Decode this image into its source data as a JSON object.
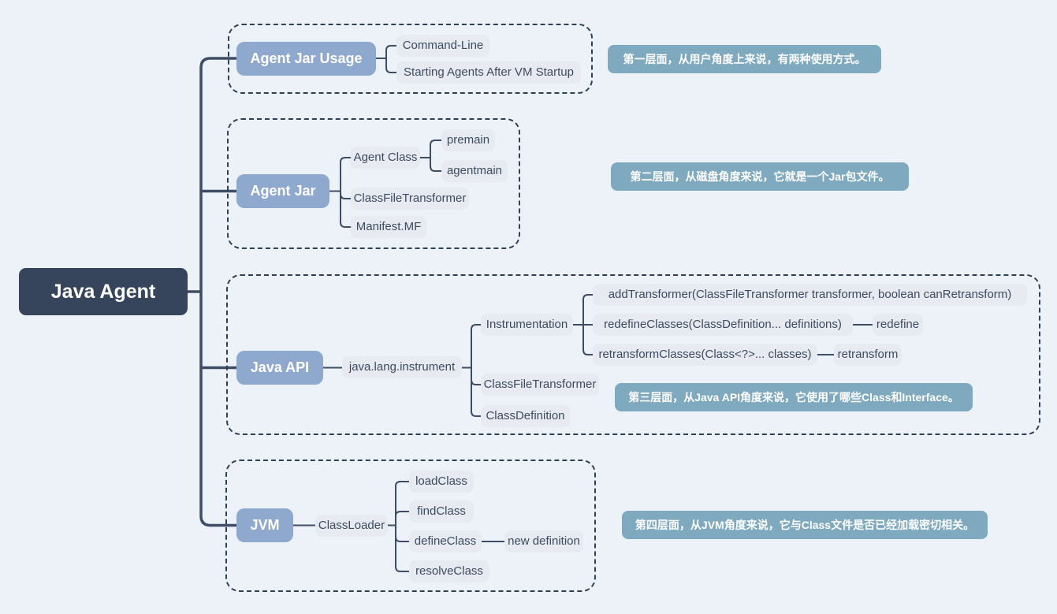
{
  "root": {
    "label": "Java Agent"
  },
  "branches": [
    {
      "label": "Agent Jar Usage",
      "note": "第一层面，从用户角度上来说，有两种使用方式。",
      "children": [
        {
          "label": "Command-Line"
        },
        {
          "label": "Starting Agents After VM Startup"
        }
      ]
    },
    {
      "label": "Agent Jar",
      "note": "第二层面，从磁盘角度来说，它就是一个Jar包文件。",
      "children": [
        {
          "label": "Agent Class",
          "children": [
            {
              "label": "premain"
            },
            {
              "label": "agentmain"
            }
          ]
        },
        {
          "label": "ClassFileTransformer"
        },
        {
          "label": "Manifest.MF"
        }
      ]
    },
    {
      "label": "Java API",
      "note": "第三层面，从Java API角度来说，它使用了哪些Class和Interface。",
      "children": [
        {
          "label": "java.lang.instrument",
          "children": [
            {
              "label": "Instrumentation",
              "children": [
                {
                  "label": "addTransformer(ClassFileTransformer transformer, boolean canRetransform)"
                },
                {
                  "label": "redefineClasses(ClassDefinition... definitions)",
                  "children": [
                    {
                      "label": "redefine"
                    }
                  ]
                },
                {
                  "label": "retransformClasses(Class<?>... classes)",
                  "children": [
                    {
                      "label": "retransform"
                    }
                  ]
                }
              ]
            },
            {
              "label": "ClassFileTransformer"
            },
            {
              "label": "ClassDefinition"
            }
          ]
        }
      ]
    },
    {
      "label": "JVM",
      "note": "第四层面，从JVM角度来说，它与Class文件是否已经加载密切相关。",
      "children": [
        {
          "label": "ClassLoader",
          "children": [
            {
              "label": "loadClass"
            },
            {
              "label": "findClass"
            },
            {
              "label": "defineClass",
              "children": [
                {
                  "label": "new definition"
                }
              ]
            },
            {
              "label": "resolveClass"
            }
          ]
        }
      ]
    }
  ],
  "colors": {
    "background": "#edf2f9",
    "root_fill": "#36455c",
    "branch_fill": "#8ea8ce",
    "child_fill": "#e7ebf1",
    "note_fill": "#7fa9be",
    "group_outline": "#2e4054",
    "connector": "#3e4d63",
    "text_dark": "#3d4a5f"
  }
}
